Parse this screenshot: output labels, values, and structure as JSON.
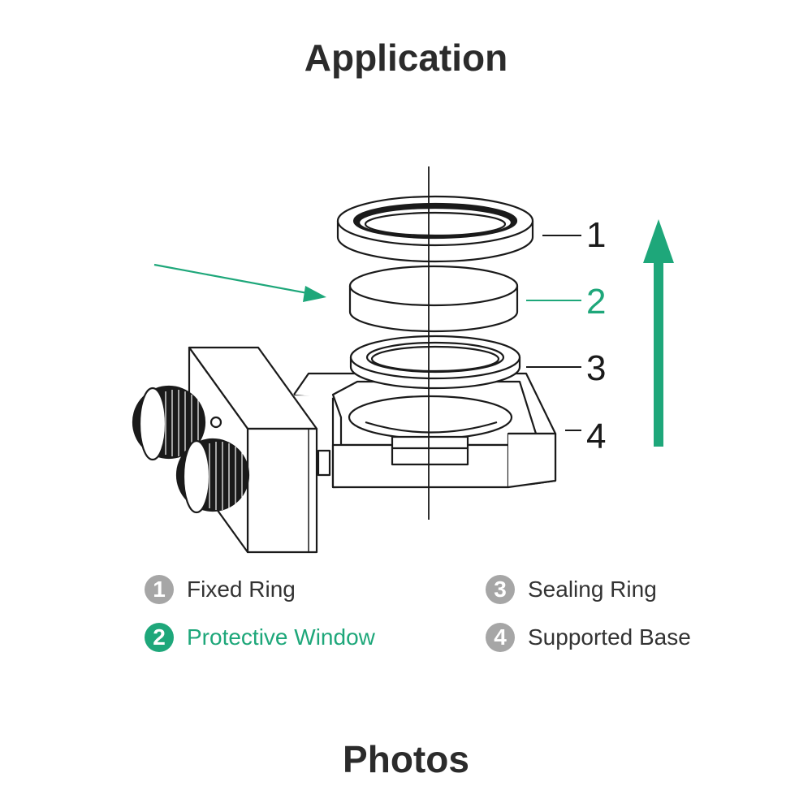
{
  "title": "Application",
  "footer_title": "Photos",
  "colors": {
    "accent": "#1ea77a",
    "line": "#1a1a1a",
    "badge_gray": "#a6a6a6",
    "text": "#2b2b2b"
  },
  "callouts": [
    {
      "number": "1"
    },
    {
      "number": "2",
      "highlight": true
    },
    {
      "number": "3"
    },
    {
      "number": "4"
    }
  ],
  "legend": [
    {
      "number": "1",
      "label": "Fixed Ring"
    },
    {
      "number": "2",
      "label": "Protective Window",
      "highlight": true
    },
    {
      "number": "3",
      "label": "Sealing Ring"
    },
    {
      "number": "4",
      "label": "Supported Base"
    }
  ]
}
